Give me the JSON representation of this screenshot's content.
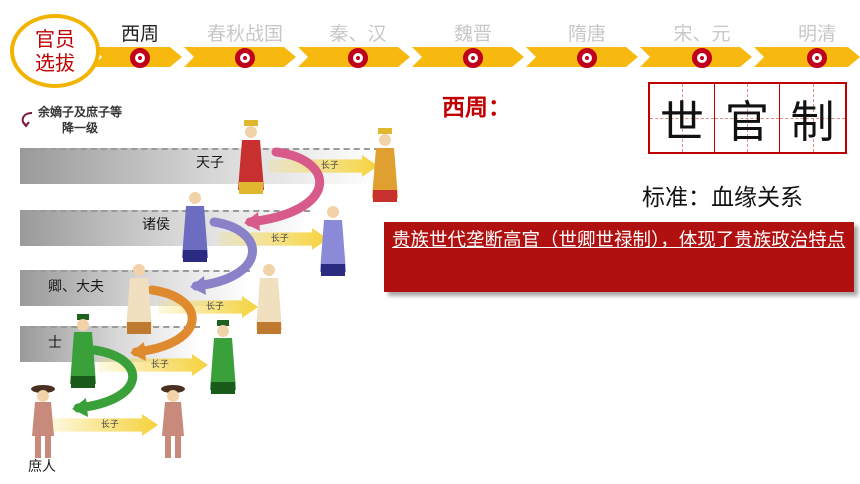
{
  "badge": {
    "line1": "官员",
    "line2": "选拔"
  },
  "timeline": {
    "eras": [
      {
        "label": "西周",
        "active": true
      },
      {
        "label": "春秋战国",
        "active": false
      },
      {
        "label": "秦、汉",
        "active": false
      },
      {
        "label": "魏晋",
        "active": false
      },
      {
        "label": "隋唐",
        "active": false
      },
      {
        "label": "宋、元",
        "active": false
      },
      {
        "label": "明清",
        "active": false
      }
    ],
    "colors": {
      "track": "#f7b810",
      "node": "#c0001a",
      "active_text": "#222222",
      "inactive_text": "#c8c8c8"
    }
  },
  "illustration": {
    "legend": {
      "line1": "余嫡子及庶子等",
      "line2": "降一级"
    },
    "ranks": [
      "天子",
      "诸侯",
      "卿、大夫",
      "士",
      "庶人"
    ],
    "arrow_label": "长子",
    "curve_colors": [
      "#d85a8a",
      "#8a82c8",
      "#e08a30",
      "#3aa03a"
    ]
  },
  "main": {
    "heading": "西周：",
    "system_chars": [
      "世",
      "官",
      "制"
    ],
    "standard": "标准：血缘关系",
    "highlight": "贵族世代垄断高官（世卿世禄制），体现了贵族政治特点"
  }
}
